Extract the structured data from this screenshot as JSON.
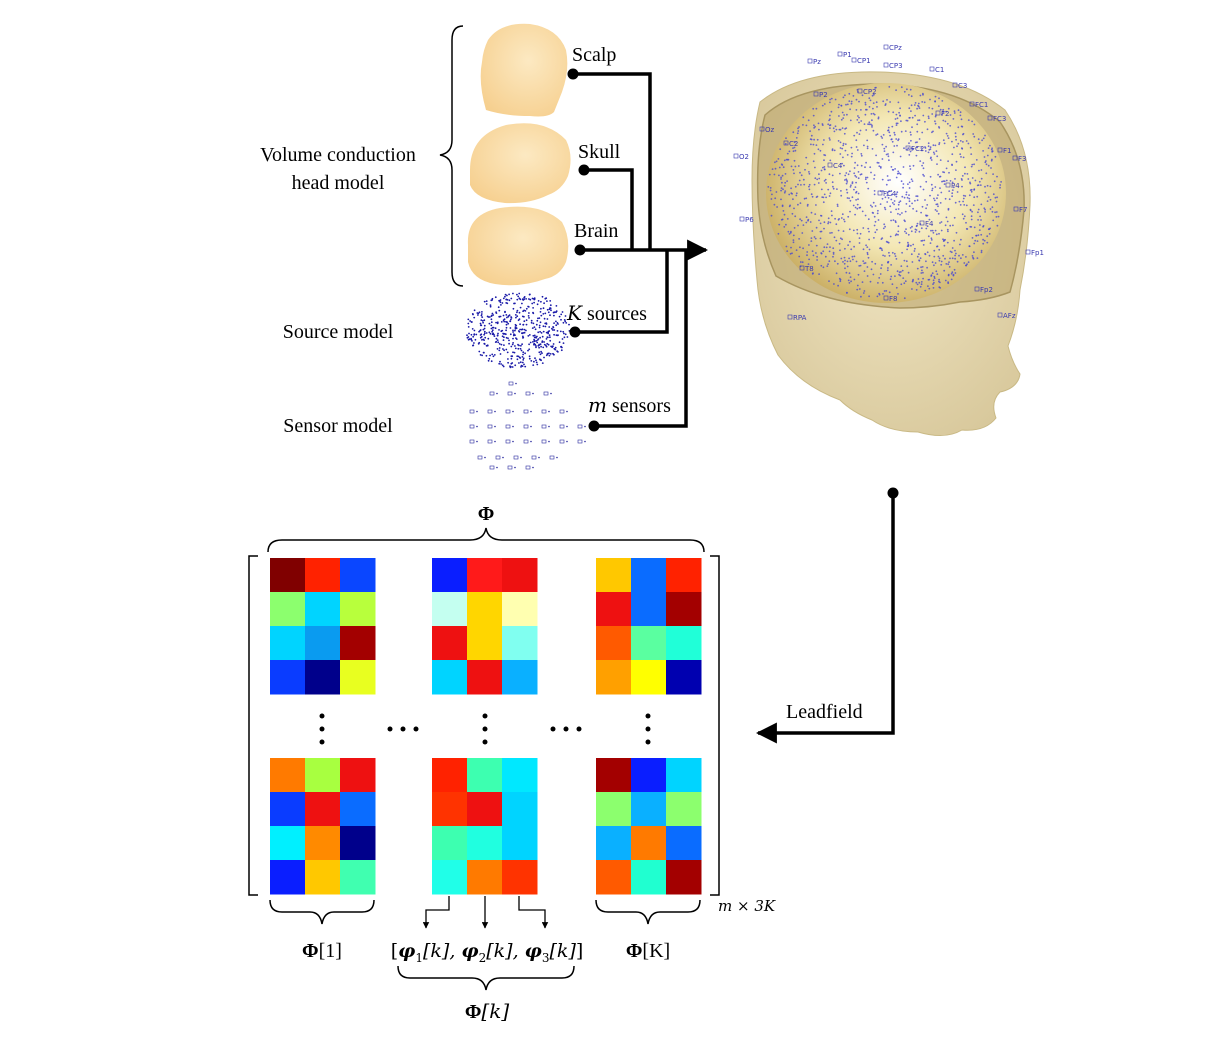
{
  "models": {
    "volume_label_line1": "Volume conduction",
    "volume_label_line2": "head model",
    "source_label": "Source model",
    "sensor_label": "Sensor model"
  },
  "tissues": {
    "scalp": "Scalp",
    "skull": "Skull",
    "brain": "Brain"
  },
  "connectors": {
    "sources_var": "K",
    "sources_text": " sources",
    "sensors_var": "m",
    "sensors_text": " sensors",
    "leadfield": "Leadfield"
  },
  "head_electrodes": [
    "Pz",
    "P1",
    "CP1",
    "CPz",
    "CP3",
    "C1",
    "C3",
    "FC1",
    "FC3",
    "F1",
    "F3",
    "F7",
    "Fp1",
    "AFz",
    "Fp2",
    "F8",
    "F4",
    "FC4",
    "C4",
    "FC2",
    "CP2",
    "P2",
    "Oz",
    "O2",
    "P6",
    "P4",
    "T8",
    "RPA",
    "C2",
    "F2"
  ],
  "matrix": {
    "phi_symbol": "Φ",
    "phi_1": "[1]",
    "phi_k": "[k]",
    "phi_K": "[K]",
    "phi_cols_parts": [
      "φ",
      "1",
      "[k], ",
      "φ",
      "2",
      "[k], ",
      "φ",
      "3",
      "[k]"
    ],
    "dims": "m × 3K",
    "palette": {
      "darkred": "#800000",
      "red": "#ff2200",
      "red2": "#ee1111",
      "blue": "#0a46ff",
      "darkblue": "#00008b",
      "cyan": "#00d4ff",
      "sky": "#0a9bf0",
      "lime": "#a8ff40",
      "green": "#8cff6e",
      "yellow": "#ffe100",
      "gold": "#ffd600",
      "orange": "#ff7a00",
      "teal": "#3dffb0",
      "mint": "#5affa0",
      "pale": "#ffffb0",
      "ice": "#c4fff0",
      "aqua": "#80fff0",
      "maroon": "#a30000",
      "amber": "#ffa000"
    },
    "blocks": [
      [
        [
          "#800000",
          "#ff2200",
          "#0a46ff"
        ],
        [
          "#8cff6e",
          "#00d4ff",
          "#b8ff3c"
        ],
        [
          "#00d4ff",
          "#0a9bf0",
          "#a30000"
        ],
        [
          "#0a3cff",
          "#00008b",
          "#e8ff20"
        ]
      ],
      [
        [
          "#0a1eff",
          "#ff1a1a",
          "#ee1111"
        ],
        [
          "#c4fff0",
          "#ffd600",
          "#ffffb0"
        ],
        [
          "#ee1111",
          "#ffd600",
          "#80fff0"
        ],
        [
          "#00d4ff",
          "#ee1111",
          "#0ab0ff"
        ]
      ],
      [
        [
          "#ffc800",
          "#0a6cff",
          "#ff2200"
        ],
        [
          "#ee1111",
          "#0a6cff",
          "#a30000"
        ],
        [
          "#ff5a00",
          "#5affa0",
          "#20ffd8"
        ],
        [
          "#ffa000",
          "#ffff00",
          "#0000b0"
        ]
      ],
      [
        [
          "#ff7a00",
          "#a8ff40",
          "#ee1111"
        ],
        [
          "#0a3cff",
          "#ee1111",
          "#0a6cff"
        ],
        [
          "#00f0ff",
          "#ff8a00",
          "#00008b"
        ],
        [
          "#0a1eff",
          "#ffc800",
          "#40ffb0"
        ]
      ],
      [
        [
          "#ff2200",
          "#3dffb0",
          "#00e8ff"
        ],
        [
          "#ff3300",
          "#ee1111",
          "#00d4ff"
        ],
        [
          "#3dffb0",
          "#20ffe0",
          "#00d4ff"
        ],
        [
          "#20ffe8",
          "#ff7a00",
          "#ff3300"
        ]
      ],
      [
        [
          "#a30000",
          "#0a1eff",
          "#00d4ff"
        ],
        [
          "#8cff6e",
          "#0ab0ff",
          "#8cff6e"
        ],
        [
          "#0ab0ff",
          "#ff7a00",
          "#0a6cff"
        ],
        [
          "#ff5a00",
          "#20ffd0",
          "#a30000"
        ]
      ]
    ]
  }
}
